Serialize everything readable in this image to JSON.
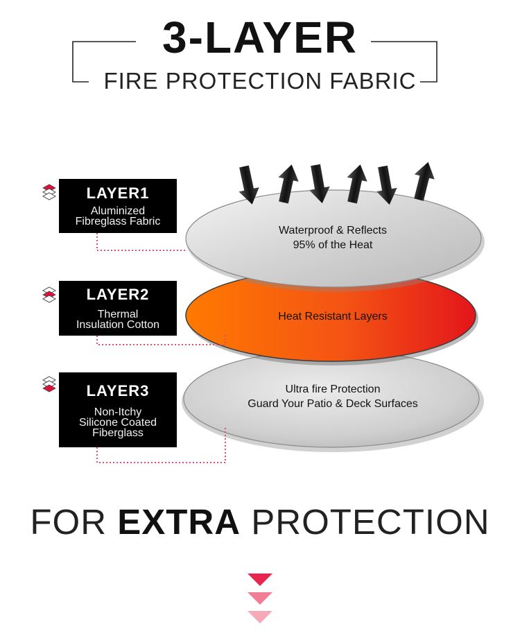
{
  "header": {
    "title": "3-LAYER",
    "subtitle": "FIRE PROTECTION FABRIC"
  },
  "layers": [
    {
      "title": "LAYER1",
      "description": "Aluminized\nFibreglass Fabric",
      "disc_text": "Waterproof & Reflects\n95% of the Heat",
      "disc_color": "#cfcfcf"
    },
    {
      "title": "LAYER2",
      "description": "Thermal\nInsulation Cotton",
      "disc_text": "Heat Resistant Layers",
      "disc_color": "#f26a12"
    },
    {
      "title": "LAYER3",
      "description": "Non-Itchy\nSilicone Coated\nFiberglass",
      "disc_text": "Ultra fire Protection\nGuard Your Patio & Deck Surfaces",
      "disc_color": "#d3d3d3"
    }
  ],
  "tagline": {
    "prefix": "FOR",
    "emphasis": "EXTRA",
    "suffix": "PROTECTION"
  },
  "colors": {
    "accent_red": "#e0103a",
    "dotted_line": "#e0506e",
    "arrow_pink_1": "#e8254e",
    "arrow_pink_2": "#f07f95",
    "arrow_pink_3": "#f6a9b8"
  },
  "icons": [
    "layers-icon",
    "arrow-down-icon",
    "arrow-up-icon",
    "chevron-down-icon"
  ]
}
